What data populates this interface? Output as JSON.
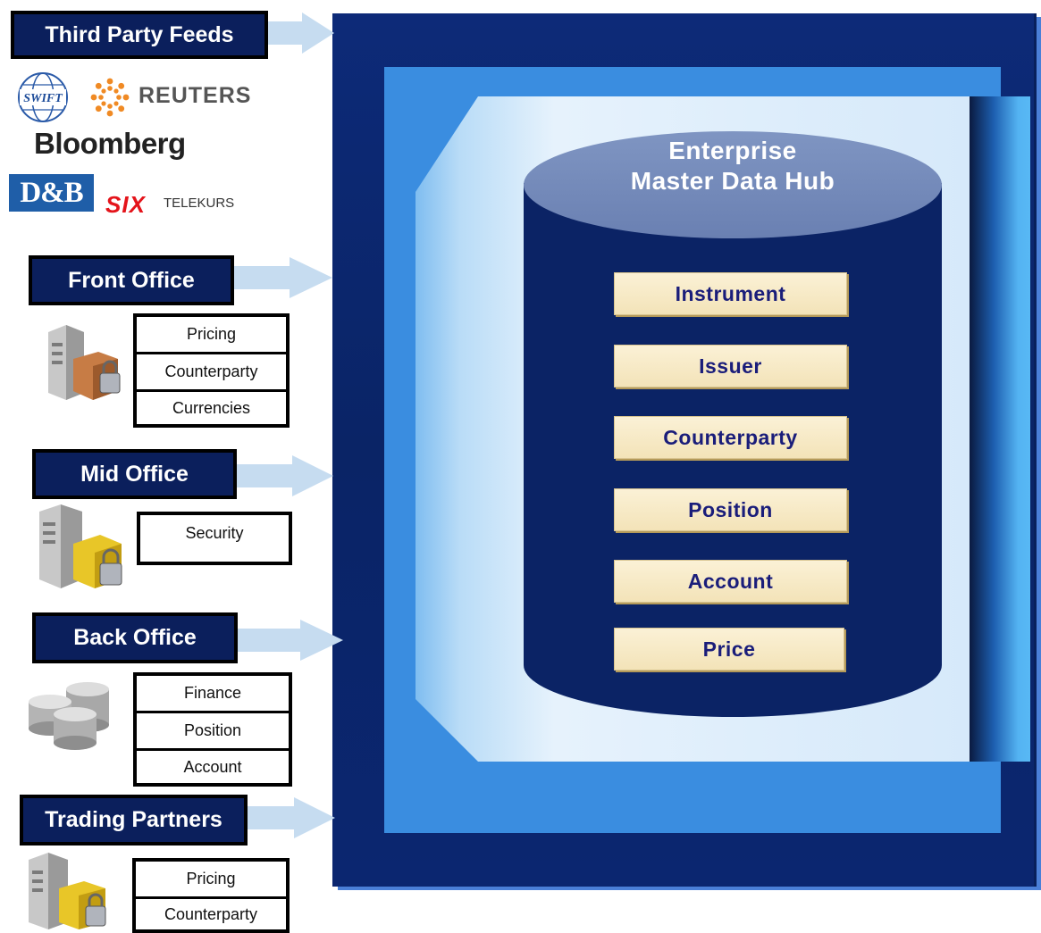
{
  "sections": {
    "third_party": {
      "label": "Third Party Feeds"
    },
    "front_office": {
      "label": "Front Office",
      "items": [
        "Pricing",
        "Counterparty",
        "Currencies"
      ]
    },
    "mid_office": {
      "label": "Mid Office",
      "items": [
        "Security"
      ]
    },
    "back_office": {
      "label": "Back Office",
      "items": [
        "Finance",
        "Position",
        "Account"
      ]
    },
    "trading_partners": {
      "label": "Trading Partners",
      "items": [
        "Pricing",
        "Counterparty"
      ]
    }
  },
  "logos": {
    "swift": "SWIFT",
    "reuters": "REUTERS",
    "bloomberg": "Bloomberg",
    "dnb": "D&B",
    "six": "SIX",
    "telekurs": "TELEKURS"
  },
  "hub": {
    "title_line1": "Enterprise",
    "title_line2": "Master Data Hub",
    "items": [
      "Instrument",
      "Issuer",
      "Counterparty",
      "Position",
      "Account",
      "Price"
    ]
  },
  "colors": {
    "navy": "#0b1f5c",
    "hub_blue": "#0d2a78",
    "mid_blue": "#3a8de0",
    "item_text": "#1a1d7a",
    "arrow": "#c6dcf0"
  }
}
